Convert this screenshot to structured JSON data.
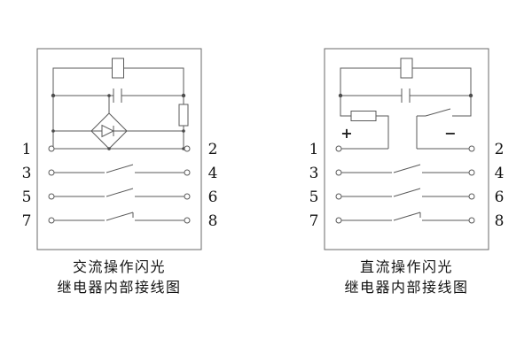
{
  "page": {
    "background": "#ffffff"
  },
  "colors": {
    "line": "#5a5a5a",
    "text": "#111111"
  },
  "diagrams": {
    "ac": {
      "caption_line1": "交流操作闪光",
      "caption_line2": "继电器内部接线图",
      "left_terminals": [
        "1",
        "3",
        "5",
        "7"
      ],
      "right_terminals": [
        "2",
        "4",
        "6",
        "8"
      ],
      "components": [
        "relay-coil",
        "capacitor",
        "bridge-rectifier-diode",
        "resistor",
        "switch-contacts"
      ]
    },
    "dc": {
      "caption_line1": "直流操作闪光",
      "caption_line2": "继电器内部接线图",
      "left_terminals": [
        "1",
        "3",
        "5",
        "7"
      ],
      "right_terminals": [
        "2",
        "4",
        "6",
        "8"
      ],
      "polarity_positive": "+",
      "polarity_negative": "−",
      "components": [
        "relay-coil",
        "capacitor",
        "resistor",
        "switch-contact",
        "switch-contacts"
      ]
    }
  }
}
